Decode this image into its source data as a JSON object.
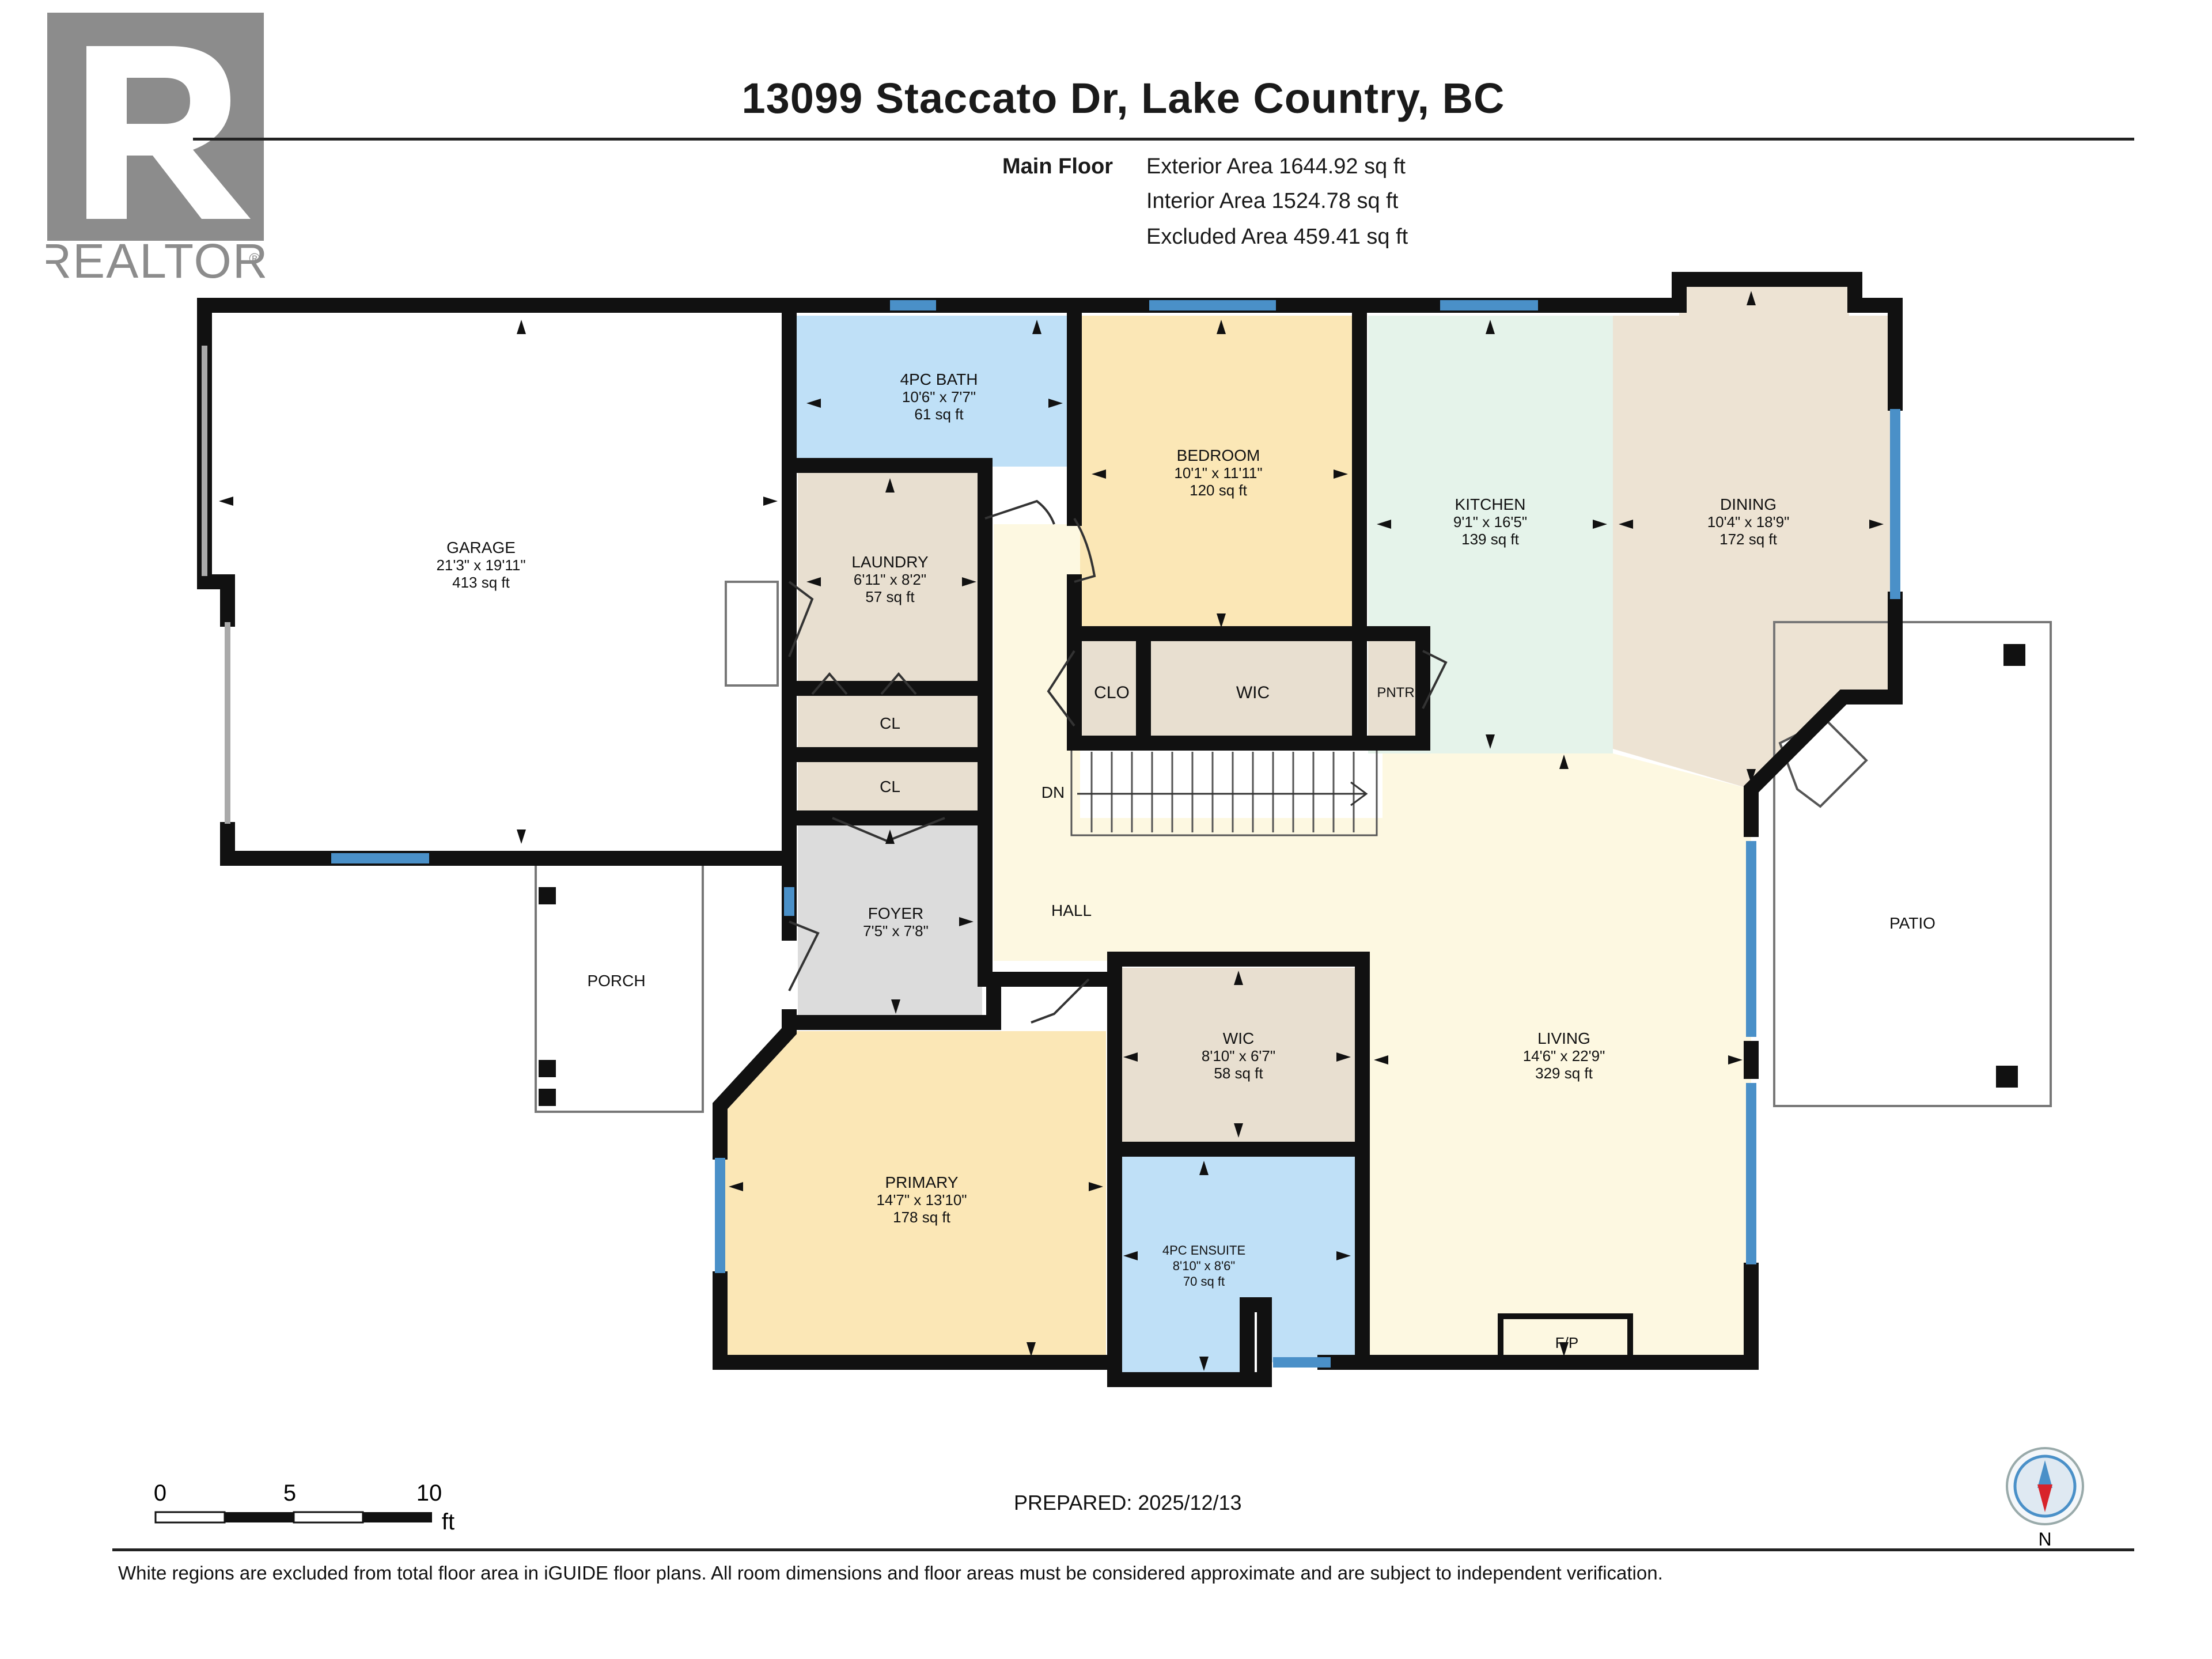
{
  "brand": {
    "logo_letter": "R",
    "logo_text": "REALTOR",
    "logo_mark": "®"
  },
  "title": "13099 Staccato Dr, Lake Country, BC",
  "areas": {
    "floor_name": "Main Floor",
    "exterior": "Exterior Area 1644.92 sq ft",
    "interior": "Interior Area 1524.78 sq ft",
    "excluded": "Excluded Area 459.41 sq ft"
  },
  "rooms": {
    "garage": {
      "name": "GARAGE",
      "dims": "21'3\" x 19'11\"",
      "area": "413 sq ft"
    },
    "bath": {
      "name": "4PC BATH",
      "dims": "10'6\" x 7'7\"",
      "area": "61 sq ft"
    },
    "bedroom": {
      "name": "BEDROOM",
      "dims": "10'1\" x 11'11\"",
      "area": "120 sq ft"
    },
    "kitchen": {
      "name": "KITCHEN",
      "dims": "9'1\" x 16'5\"",
      "area": "139 sq ft"
    },
    "dining": {
      "name": "DINING",
      "dims": "10'4\" x 18'9\"",
      "area": "172 sq ft"
    },
    "laundry": {
      "name": "LAUNDRY",
      "dims": "6'11\" x 8'2\"",
      "area": "57 sq ft"
    },
    "cl1": {
      "name": "CL"
    },
    "cl2": {
      "name": "CL"
    },
    "clo": {
      "name": "CLO"
    },
    "wic_top": {
      "name": "WIC"
    },
    "pntr": {
      "name": "PNTR"
    },
    "dn": {
      "name": "DN"
    },
    "hall": {
      "name": "HALL"
    },
    "foyer": {
      "name": "FOYER",
      "dims": "7'5\" x 7'8\""
    },
    "porch": {
      "name": "PORCH"
    },
    "patio": {
      "name": "PATIO"
    },
    "wic_primary": {
      "name": "WIC",
      "dims": "8'10\" x 6'7\"",
      "area": "58 sq ft"
    },
    "living": {
      "name": "LIVING",
      "dims": "14'6\" x 22'9\"",
      "area": "329 sq ft"
    },
    "primary": {
      "name": "PRIMARY",
      "dims": "14'7\" x 13'10\"",
      "area": "178 sq ft"
    },
    "ensuite": {
      "name": "4PC ENSUITE",
      "dims": "8'10\" x 8'6\"",
      "area": "70 sq ft"
    },
    "fp": {
      "name": "F/P"
    }
  },
  "scale": {
    "t0": "0",
    "t5": "5",
    "t10": "10",
    "unit": "ft"
  },
  "prepared": "PREPARED: 2025/12/13",
  "compass": {
    "north": "N"
  },
  "disclaimer": "White regions are excluded from total floor area in iGUIDE floor plans. All room dimensions and floor areas must be considered approximate and are subject to independent verification.",
  "colors": {
    "wall": "#111111",
    "window": "#4a90c8",
    "bath": "#bfe0f7",
    "bedroom": "#fbe7b6",
    "kitchen": "#e5f3ea",
    "dining": "#ede3d3",
    "closet": "#e8dfd0",
    "foyer": "#dcdcdc",
    "hall": "#fdf8e1",
    "logo": "#8c8c8c"
  }
}
